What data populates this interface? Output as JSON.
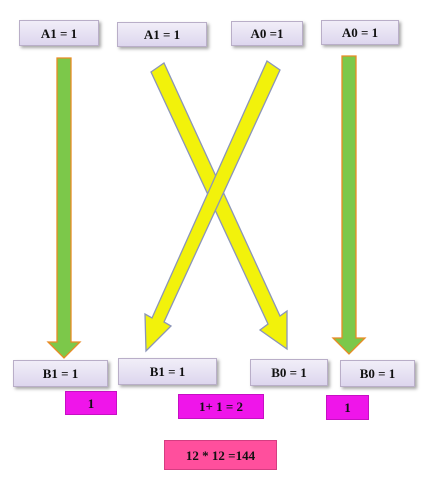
{
  "top_row": {
    "a1_left": "A1 = 1",
    "a1_right": "A1 = 1",
    "a0_left": "A0 =1",
    "a0_right": "A0 = 1"
  },
  "bottom_row": {
    "b1_left": "B1 = 1",
    "b1_right": "B1 = 1",
    "b0_left": "B0 = 1",
    "b0_right": "B0 = 1"
  },
  "results": {
    "left": "1",
    "middle": "1+ 1 = 2",
    "right": "1"
  },
  "final_result": "12 * 12 =144",
  "colors": {
    "box_fill": "#e6e0f2",
    "green_arrow": "#7cc84a",
    "green_arrow_stroke": "#e98b25",
    "yellow_arrow": "#f2f20b",
    "yellow_arrow_stroke": "#8b95b8",
    "magenta_result": "#ef15ea",
    "pink_final": "#ff4f9d"
  },
  "icons": {
    "green_arrows": "down-arrow-icon",
    "yellow_arrows": "diagonal-arrow-icon"
  }
}
